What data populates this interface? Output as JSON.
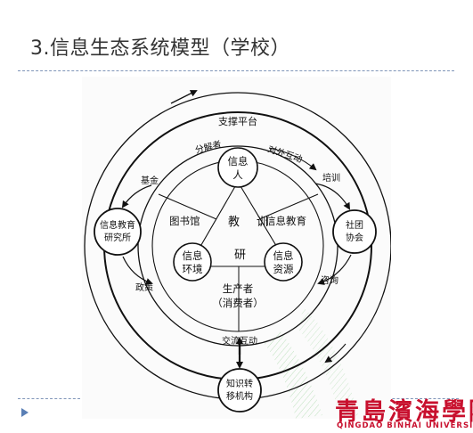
{
  "slide": {
    "title": "3.信息生态系统模型（学校）"
  },
  "diagram": {
    "outer_ring_label": "支撑平台",
    "arc_label_left": "分解者",
    "arc_label_right": "对外互动",
    "center_labels": {
      "teaching": "教",
      "scheduling": "训",
      "research": "研"
    },
    "nodes": {
      "info_person": [
        "信息",
        "人"
      ],
      "info_env": [
        "信息",
        "环境"
      ],
      "info_resource": [
        "信息",
        "资源"
      ],
      "research_inst": [
        "信息教育",
        "研究所"
      ],
      "society": [
        "社团",
        "协会"
      ],
      "knowledge_transfer": [
        "知识转",
        "移机构"
      ]
    },
    "section_labels": {
      "library": "图书馆",
      "info_education": "信息教育",
      "producer": "生产者",
      "consumer": "（消费者）"
    },
    "flow_labels": {
      "fund": "基金",
      "policy": "政策",
      "training": "培训",
      "consult": "咨询",
      "exchange": "交流互动"
    }
  },
  "logo": {
    "chinese": "青島濱海學院",
    "english": "QINGDAO BINHAI UNIVERSITY",
    "color": "#c8102e"
  }
}
